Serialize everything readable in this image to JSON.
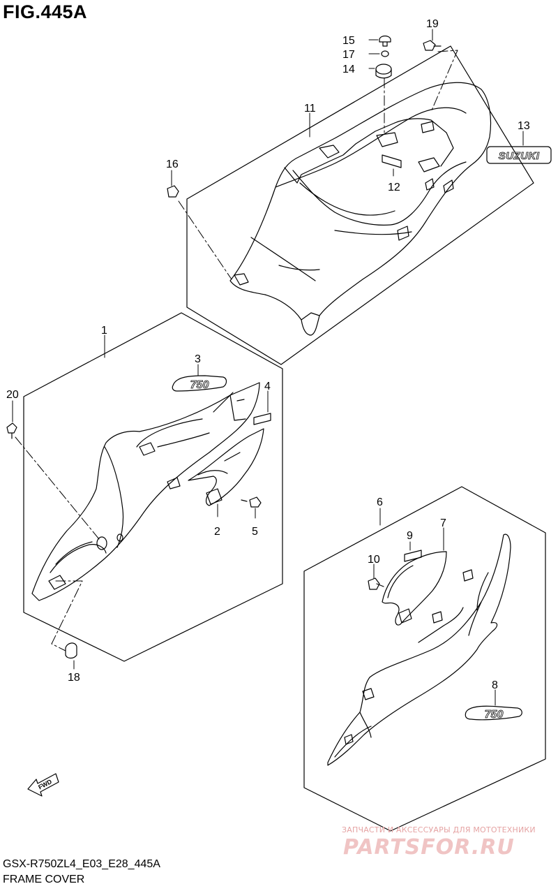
{
  "figure": {
    "title": "FIG.445A",
    "model_code": "GSX-R750ZL4_E03_E28_445A",
    "section_name": "FRAME COVER"
  },
  "callouts": [
    "1",
    "2",
    "3",
    "4",
    "5",
    "6",
    "7",
    "8",
    "9",
    "10",
    "11",
    "12",
    "13",
    "14",
    "15",
    "16",
    "17",
    "18",
    "19",
    "20"
  ],
  "decals": {
    "brand": "SUZUKI",
    "model_left": "750",
    "model_right": "750"
  },
  "direction": {
    "label": "FWD"
  },
  "watermark": {
    "tagline": "ЗАПЧАСТИ И АКСЕССУАРЫ ДЛЯ МОТОТЕХНИКИ",
    "brand": "PARTSFOR.RU"
  },
  "colors": {
    "ink": "#000000",
    "watermark": "#e9b0b0"
  }
}
